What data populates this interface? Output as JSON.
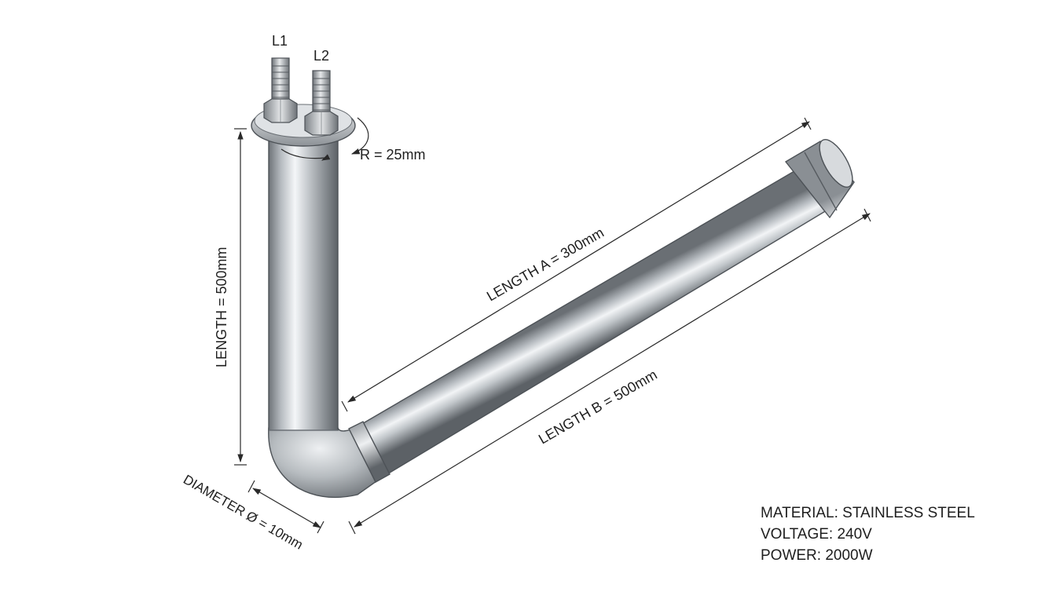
{
  "terminals": {
    "l1": "L1",
    "l2": "L2"
  },
  "dimensions": {
    "radius": "R = 25mm",
    "length_vertical": "LENGTH = 500mm",
    "length_a": "LENGTH A = 300mm",
    "length_b": "LENGTH B = 500mm",
    "diameter": "DIAMETER Ø = 10mm"
  },
  "specs": {
    "material": "MATERIAL: STAINLESS STEEL",
    "voltage": "VOLTAGE: 240V",
    "power": "POWER: 2000W"
  }
}
